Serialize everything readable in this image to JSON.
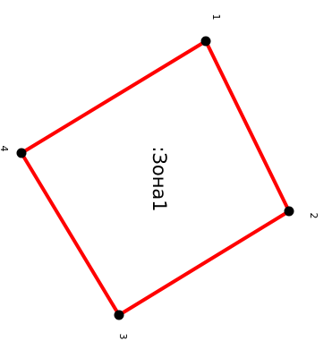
{
  "zone": {
    "label": ":Зона1",
    "outline_color": "#ff0000",
    "vertex_color": "#000000"
  },
  "vertices": [
    {
      "label": "1"
    },
    {
      "label": "2"
    },
    {
      "label": "3"
    },
    {
      "label": "4"
    }
  ]
}
